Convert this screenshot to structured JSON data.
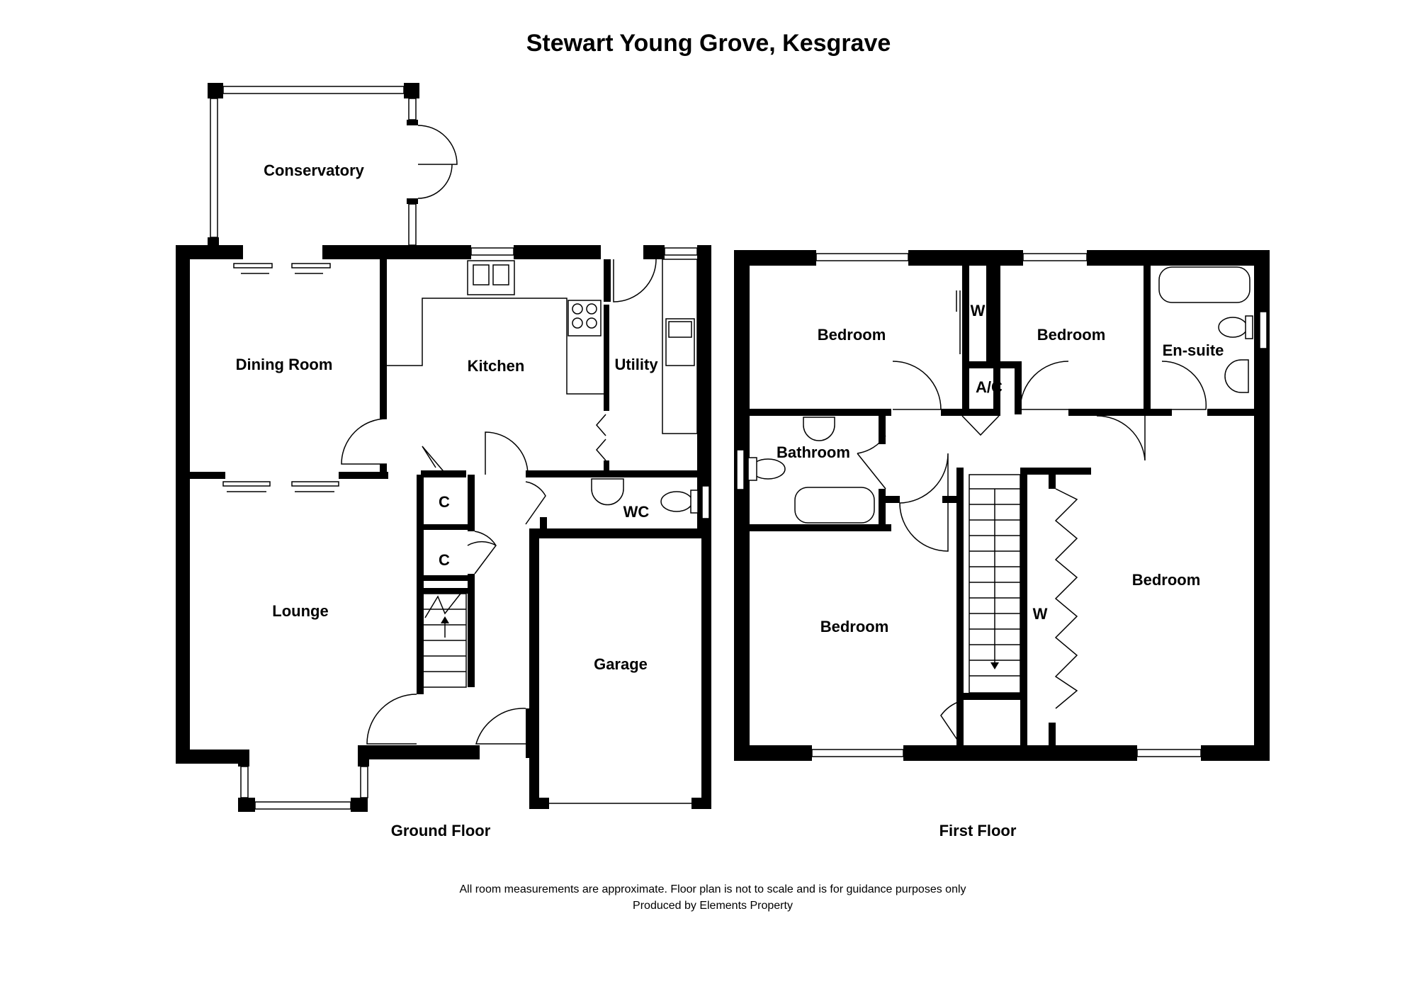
{
  "title": "Stewart Young Grove, Kesgrave",
  "floors": {
    "ground": "Ground Floor",
    "first": "First Floor"
  },
  "rooms": {
    "conservatory": "Conservatory",
    "dining_room": "Dining Room",
    "kitchen": "Kitchen",
    "utility": "Utility",
    "lounge": "Lounge",
    "cupboard_1": "C",
    "cupboard_2": "C",
    "wc": "WC",
    "garage": "Garage",
    "bedroom_1": "Bedroom",
    "bedroom_2": "Bedroom",
    "bedroom_3": "Bedroom",
    "bedroom_4": "Bedroom",
    "wardrobe_1": "W",
    "wardrobe_2": "W",
    "airing_cupboard": "A/C",
    "bathroom": "Bathroom",
    "en_suite": "En-suite"
  },
  "footer": {
    "disclaimer": "All room measurements are approximate. Floor plan is not to scale and is for guidance purposes only",
    "credit": "Produced by Elements Property"
  }
}
